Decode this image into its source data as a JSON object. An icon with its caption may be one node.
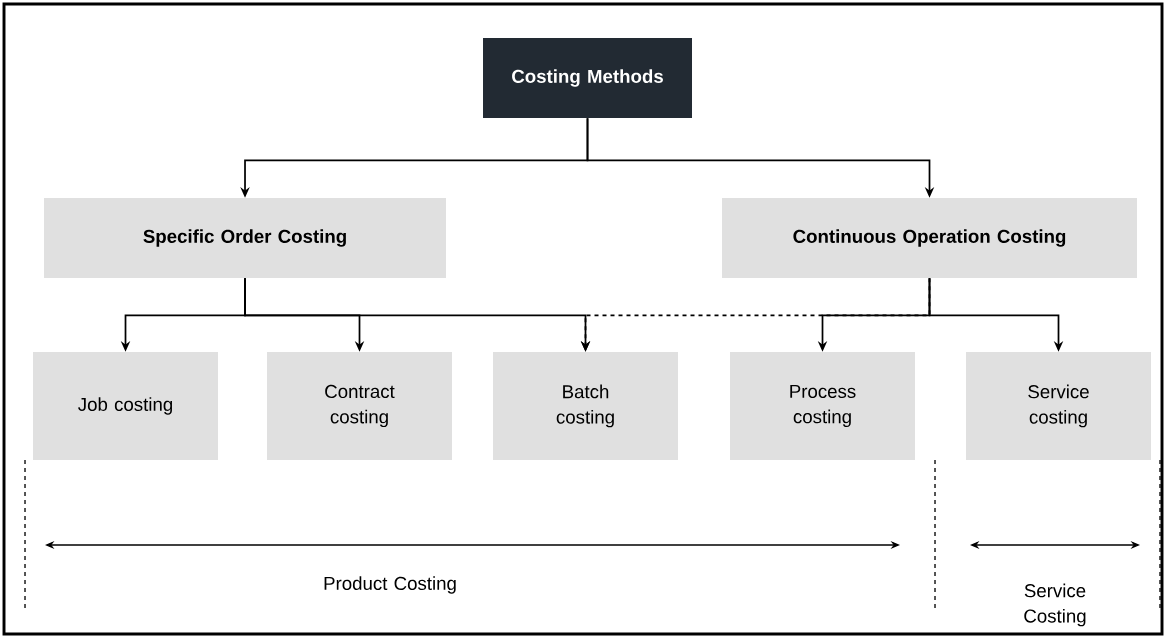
{
  "diagram": {
    "nodes": [
      {
        "text": [
          "Costing Methods"
        ]
      },
      {
        "text": [
          "Specific Order Costing"
        ]
      },
      {
        "text": [
          "Continuous Operation Costing"
        ]
      },
      {
        "text": [
          "Job costing"
        ]
      },
      {
        "text": [
          "Contract costing"
        ]
      },
      {
        "text": [
          "Batch costing"
        ]
      },
      {
        "text": [
          "Process costing"
        ]
      },
      {
        "text": [
          "Service costing"
        ]
      }
    ],
    "edges": [
      {
        "from": 0,
        "to": 1,
        "arrow": "to"
      },
      {
        "from": 0,
        "to": 2,
        "arrow": "to"
      },
      {
        "from": 1,
        "to": 3,
        "arrow": "to"
      },
      {
        "from": 1,
        "to": 4,
        "arrow": "to"
      },
      {
        "from": 1,
        "to": 5,
        "arrow": "to"
      },
      {
        "from": 2,
        "to": 5,
        "arrow": "to",
        "style": "dashed"
      },
      {
        "from": 2,
        "to": 6,
        "arrow": "to"
      },
      {
        "from": 2,
        "to": 7,
        "arrow": "to"
      }
    ],
    "labels": [
      "Product Costing",
      "Service Costing"
    ]
  }
}
